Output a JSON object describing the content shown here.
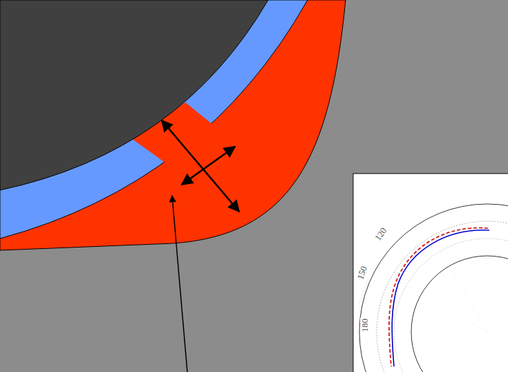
{
  "diagram": {
    "labels": [
      "120",
      "150",
      "180"
    ]
  }
}
